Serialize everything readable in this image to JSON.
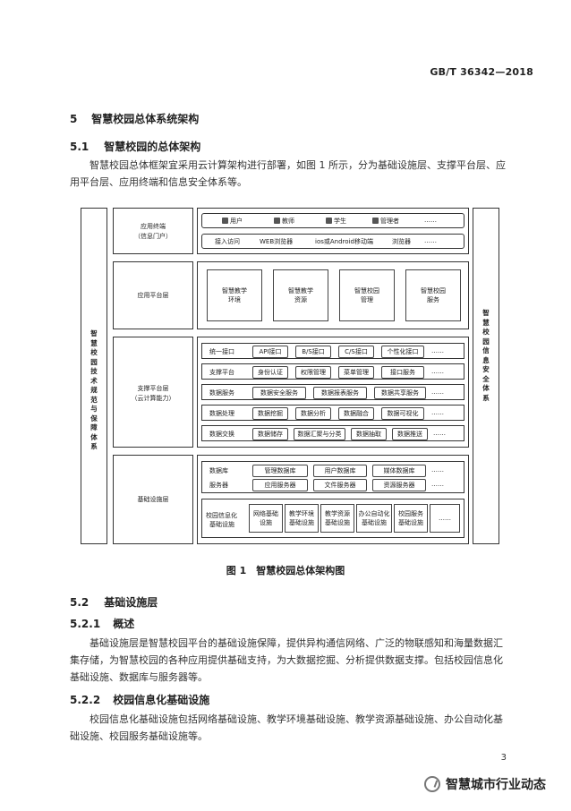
{
  "header": {
    "standard_code": "GB/T 36342—2018"
  },
  "section5": {
    "num": "5",
    "title": "智慧校园总体系统架构"
  },
  "section5_1": {
    "num": "5.1",
    "title": "智慧校园的总体架构",
    "para": "智慧校园总体框架宜采用云计算架构进行部署，如图 1 所示，分为基础设施层、支撑平台层、应用平台层、应用终端和信息安全体系等。"
  },
  "figure": {
    "left_side": "智慧校园技术规范与保障体系",
    "right_side": "智慧校园信息安全体系",
    "terminal": {
      "label_line1": "应用终端",
      "label_line2": "（信息门户）",
      "users": [
        "用户",
        "教师",
        "学生",
        "管理者",
        "……"
      ],
      "access": [
        "接入访问",
        "WEB浏览器",
        "ios或Android移动端",
        "浏览器",
        "……"
      ]
    },
    "app_platform": {
      "label": "应用平台层",
      "items": [
        "智慧教学环境",
        "智慧教学资源",
        "智慧校园管理",
        "智慧校园服务"
      ]
    },
    "support_platform": {
      "label_line1": "支撑平台层",
      "label_line2": "（云计算能力）",
      "rows": [
        {
          "head": "统一接口",
          "items": [
            "API接口",
            "B/S接口",
            "C/S接口",
            "个性化接口",
            "……"
          ]
        },
        {
          "head": "支撑平台",
          "items": [
            "身份认证",
            "权限管理",
            "菜单管理",
            "接口服务",
            "……"
          ]
        },
        {
          "head": "数据服务",
          "items": [
            "数据安全服务",
            "数据报表服务",
            "数据共享服务",
            "……"
          ]
        },
        {
          "head": "数据处理",
          "items": [
            "数据挖掘",
            "数据分析",
            "数据融合",
            "数据可视化",
            "……"
          ]
        },
        {
          "head": "数据交换",
          "items": [
            "数据储存",
            "数据汇聚与分类",
            "数据抽取",
            "数据推送",
            "……"
          ]
        }
      ]
    },
    "infrastructure": {
      "label": "基础设施层",
      "db_head": "数据库",
      "db_items": [
        "管理数据库",
        "用户数据库",
        "媒体数据库",
        "……"
      ],
      "srv_head": "服务器",
      "srv_items": [
        "应用服务器",
        "文件服务器",
        "资源服务器",
        "……"
      ],
      "campus_head_line1": "校园信息化",
      "campus_head_line2": "基础设施",
      "campus_items": [
        {
          "l1": "网络基础",
          "l2": "设施"
        },
        {
          "l1": "教学环境",
          "l2": "基础设施"
        },
        {
          "l1": "教学资源",
          "l2": "基础设施"
        },
        {
          "l1": "办公自动化",
          "l2": "基础设施"
        },
        {
          "l1": "校园服务",
          "l2": "基础设施"
        },
        {
          "l1": "……",
          "l2": ""
        }
      ]
    }
  },
  "caption": "图 1　智慧校园总体架构图",
  "section5_2": {
    "num": "5.2",
    "title": "基础设施层"
  },
  "section5_2_1": {
    "num": "5.2.1",
    "title": "概述",
    "para": "基础设施层是智慧校园平台的基础设施保障，提供异构通信网络、广泛的物联感知和海量数据汇集存储，为智慧校园的各种应用提供基础支持，为大数据挖掘、分析提供数据支撑。包括校园信息化基础设施、数据库与服务器等。"
  },
  "section5_2_2": {
    "num": "5.2.2",
    "title": "校园信息化基础设施",
    "para": "校园信息化基础设施包括网络基础设施、教学环境基础设施、教学资源基础设施、办公自动化基础设施、校园服务基础设施等。"
  },
  "page_number": "3",
  "watermark": "智慧城市行业动态"
}
